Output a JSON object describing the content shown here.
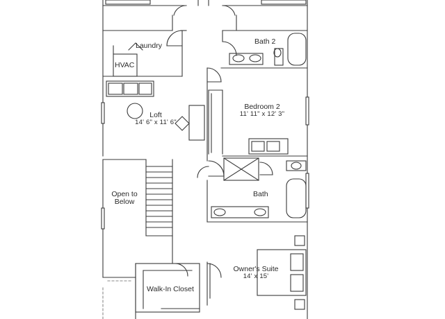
{
  "rooms": {
    "laundry": {
      "name": "Laundry"
    },
    "hvac": {
      "name": "HVAC"
    },
    "bath2": {
      "name": "Bath 2"
    },
    "loft": {
      "name": "Loft",
      "dim": "14' 6\" x 11' 6\""
    },
    "bedroom2": {
      "name": "Bedroom 2",
      "dim": "11' 11\" x 12' 3\""
    },
    "open_to_below": {
      "line1": "Open to",
      "line2": "Below"
    },
    "bath": {
      "name": "Bath"
    },
    "owners_suite": {
      "name": "Owner's Suite",
      "dim": "14' x 15'"
    },
    "walkin_closet": {
      "name": "Walk-In Closet"
    }
  },
  "colors": {
    "wall": "#3a3a3a",
    "fixture": "#4a4a4a",
    "text": "#2a2a2a"
  }
}
